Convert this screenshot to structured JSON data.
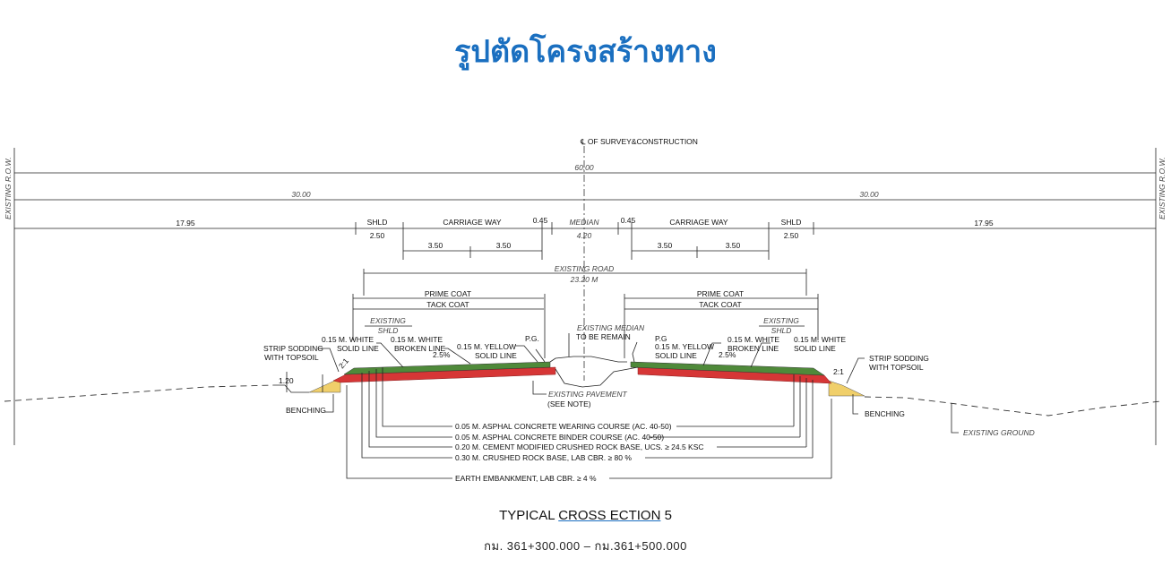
{
  "title": "รูปตัดโครงสร้างทาง",
  "colors": {
    "title": "#1a6fc0",
    "wearing": "#4f8a3a",
    "base": "#d63636",
    "fill": "#f0cf6a"
  },
  "drawing": {
    "centerline": "℄ OF SURVEY&CONSTRUCTION",
    "row_left": "EXISTING R.O.W.",
    "row_right": "EXISTING R.O.W.",
    "total_width": "60.00",
    "half_left": "30.00",
    "half_right": "30.00",
    "side_left": "17.95",
    "side_right": "17.95",
    "shld_left": "SHLD",
    "shld_left_w": "2.50",
    "shld_right": "SHLD",
    "shld_right_w": "2.50",
    "carriage_left": "CARRIAGE WAY",
    "carriage_right": "CARRIAGE WAY",
    "lane_l1": "3.50",
    "lane_l2": "3.50",
    "lane_r1": "3.50",
    "lane_r2": "3.50",
    "gap_left": "0.45",
    "gap_right": "0.45",
    "median": "MEDIAN",
    "median_w": "4.20",
    "existing_road": "EXISTING ROAD",
    "existing_road_w": "23.20 M",
    "prime_left": "PRIME COAT",
    "tack_left": "TACK COAT",
    "prime_right": "PRIME COAT",
    "tack_right": "TACK COAT",
    "ex_shld_l1": "EXISTING",
    "ex_shld_l2": "SHLD",
    "ex_shld_r1": "EXISTING",
    "ex_shld_r2": "SHLD",
    "white_solid_l1": "0.15 M. WHITE",
    "white_solid_l2": "SOLID LINE",
    "white_broken_l1": "0.15 M. WHITE",
    "white_broken_l2": "BROKEN LINE",
    "yellow_l1": "0.15 M. YELLOW",
    "yellow_l2": "SOLID LINE",
    "pg_left": "P.G.",
    "pg_right": "P.G",
    "yellow_r1": "0.15 M. YELLOW",
    "yellow_r2": "SOLID LINE",
    "white_broken_r1": "0.15 M. WHITE",
    "white_broken_r2": "BROKEN LINE",
    "white_solid_r1": "0.15 M. WHITE",
    "white_solid_r2": "SOLID LINE",
    "slope_left": "2.5%",
    "slope_right": "2.5%",
    "side_slope_left": "2:1",
    "side_slope_right": "2:1",
    "strip_left1": "STRIP SODDING",
    "strip_left2": "WITH TOPSOIL",
    "strip_right1": "STRIP SODDING",
    "strip_right2": "WITH TOPSOIL",
    "benching_left": "BENCHING",
    "benching_right": "BENCHING",
    "depth_left": "1.20",
    "ex_median1": "EXISTING MEDIAN",
    "ex_median2": "TO BE REMAIN",
    "ex_pavement1": "EXISTING PAVEMENT",
    "ex_pavement2": "(SEE NOTE)",
    "existing_ground": "EXISTING GROUND",
    "layers": [
      "0.05 M. ASPHAL CONCRETE WEARING COURSE (AC. 40-50)",
      "0.05 M. ASPHAL CONCRETE BINDER COURSE (AC. 40-50)",
      "0.20 M. CEMENT MODIFIED  CRUSHED ROCK BASE, UCS.  ≥ 24.5 KSC",
      "0.30 M. CRUSHED ROCK BASE, LAB CBR. ≥ 80 %",
      "EARTH EMBANKMENT,  LAB CBR. ≥ 4 %"
    ]
  },
  "caption": {
    "pre": "TYPICAL ",
    "link": "CROSS  ECTION",
    "post": " 5"
  },
  "station": "กม. 361+300.000 – กม.361+500.000"
}
